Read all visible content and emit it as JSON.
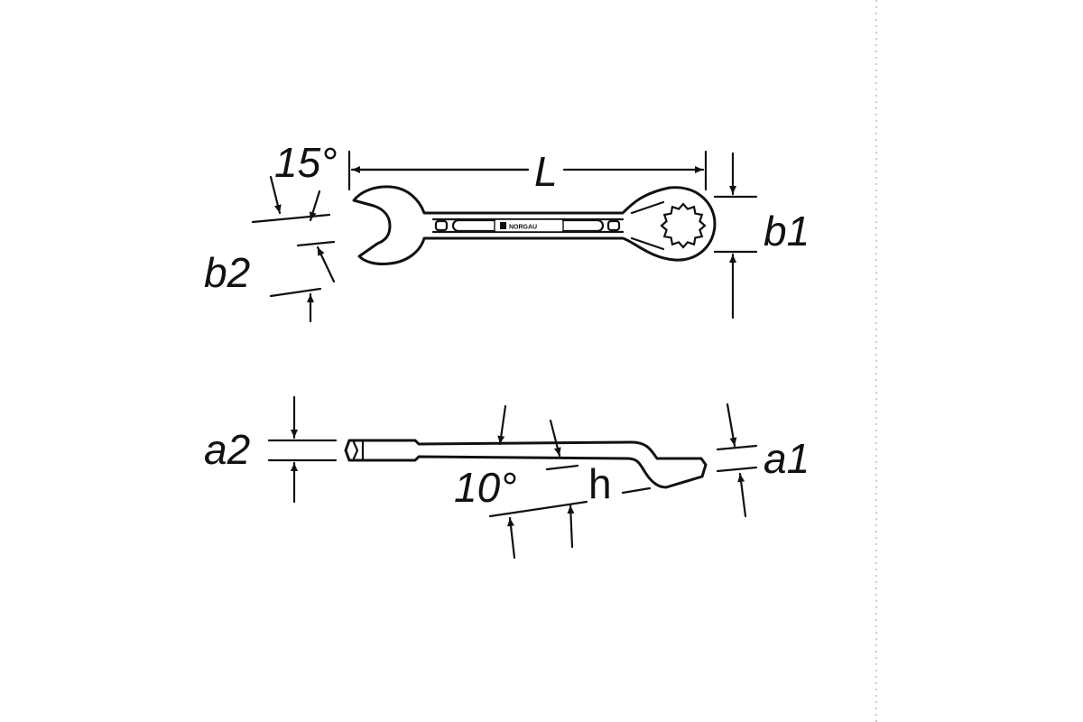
{
  "drawing": {
    "top_view": {
      "length_label": "L",
      "angle_label": "15°",
      "ring_width_label": "b1",
      "open_width_label": "b2",
      "brand_text": "NORGAU"
    },
    "side_view": {
      "open_thickness_label": "a2",
      "ring_thickness_label": "a1",
      "angle_label": "10°",
      "offset_label": "h"
    }
  },
  "colors": {
    "line": "#111111",
    "background": "#ffffff",
    "edge_dots": "#bbbbbb"
  }
}
